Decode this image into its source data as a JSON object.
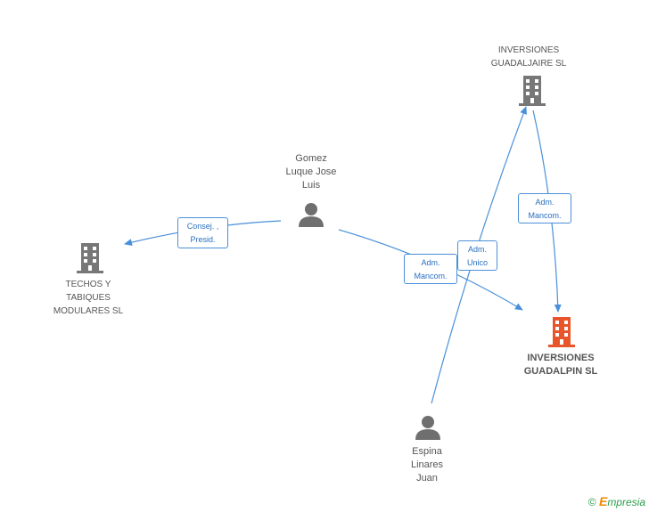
{
  "colors": {
    "edge": "#4a90d9",
    "company_icon": "#777777",
    "highlight_company_icon": "#e8552b",
    "person_icon": "#6f6f6f",
    "label_text": "#555555"
  },
  "nodes": {
    "inversiones_guadaljaire": {
      "lines": [
        "INVERSIONES",
        "GUADALJAIRE SL"
      ],
      "icon": "building-icon"
    },
    "gomez_luque": {
      "lines": [
        "Gomez",
        "Luque Jose",
        "Luis"
      ],
      "icon": "person-icon"
    },
    "techos_tabiques": {
      "lines": [
        "TECHOS Y",
        "TABIQUES",
        "MODULARES SL"
      ],
      "icon": "building-icon"
    },
    "inversiones_guadalpin": {
      "lines": [
        "INVERSIONES",
        "GUADALPIN SL"
      ],
      "icon": "building-icon",
      "highlighted": true
    },
    "espina_linares": {
      "lines": [
        "Espina",
        "Linares",
        "Juan"
      ],
      "icon": "person-icon"
    }
  },
  "edges": {
    "consej": {
      "lines": [
        "Consej. ,",
        "Presid."
      ]
    },
    "adm_mancom_1": {
      "lines": [
        "Adm.",
        "Mancom."
      ]
    },
    "adm_unico": {
      "lines": [
        "Adm.",
        "Unico"
      ]
    },
    "adm_mancom_2": {
      "lines": [
        "Adm.",
        "Mancom."
      ]
    }
  },
  "watermark": {
    "copyright": "©",
    "brand_e": "E",
    "brand_rest": "mpresia"
  }
}
